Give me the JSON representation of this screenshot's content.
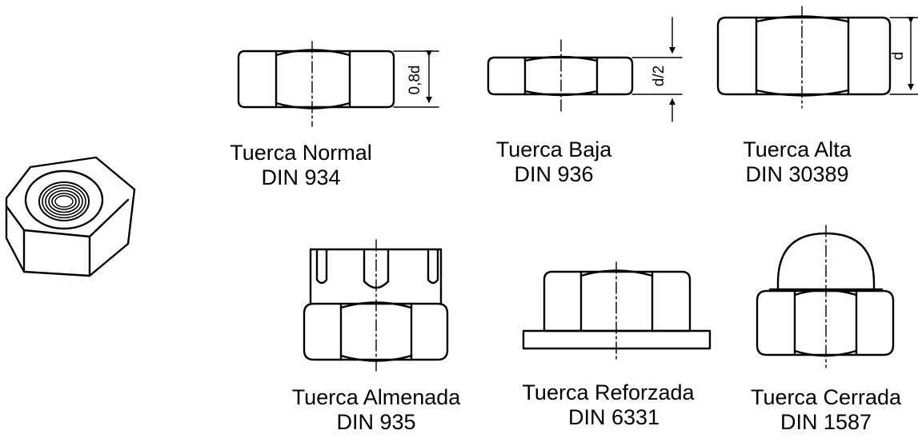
{
  "nuts": [
    {
      "name": "Tuerca Normal",
      "din": "DIN 934",
      "dimension": "0,8d"
    },
    {
      "name": "Tuerca Baja",
      "din": "DIN 936",
      "dimension": "d/2"
    },
    {
      "name": "Tuerca Alta",
      "din": "DIN 30389",
      "dimension": "d"
    },
    {
      "name": "Tuerca Almenada",
      "din": "DIN 935"
    },
    {
      "name": "Tuerca Reforzada",
      "din": "DIN 6331"
    },
    {
      "name": "Tuerca Cerrada",
      "din": "DIN 1587"
    }
  ]
}
